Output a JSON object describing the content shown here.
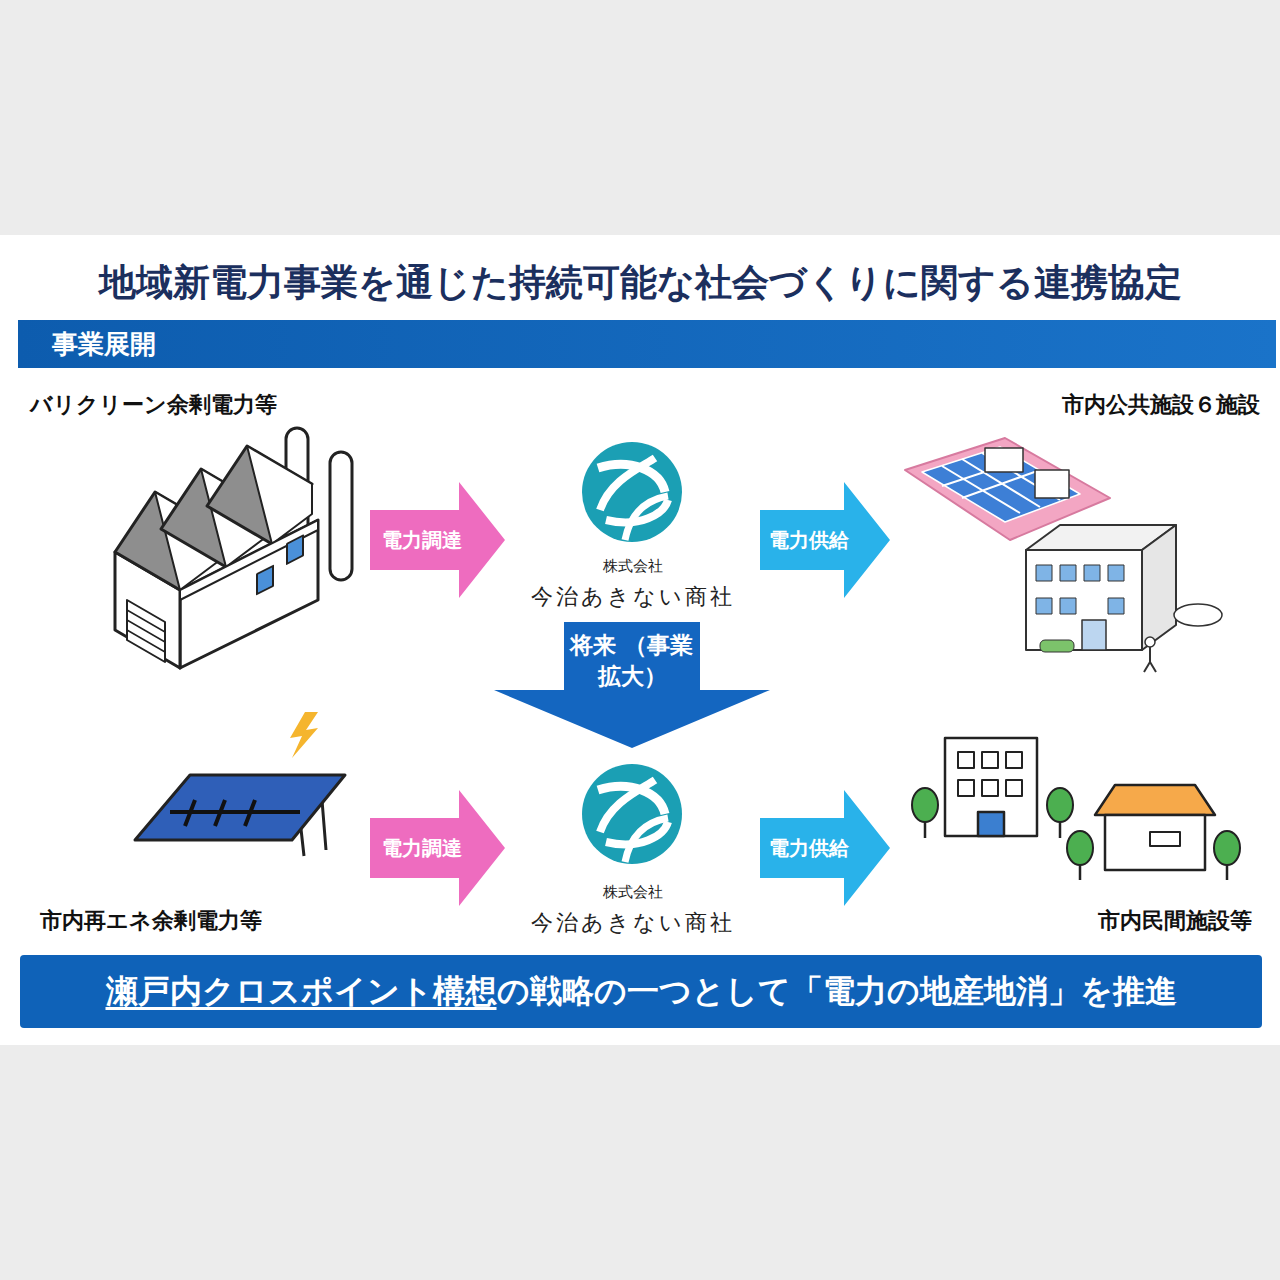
{
  "diagram": {
    "title": "地域新電力事業を通じた持続可能な社会づくりに関する連携協定",
    "nodes": [
      {
        "text": [
          "事業展開"
        ]
      },
      {
        "text": [
          "バリクリーン余剰電力等"
        ]
      },
      {
        "text": [
          "株式会社",
          "今治あきない商社"
        ]
      },
      {
        "text": [
          "市内公共施設６施設"
        ]
      },
      {
        "text": [
          "市内再エネ余剰電力等"
        ]
      },
      {
        "text": [
          "株式会社",
          "今治あきない商社"
        ]
      },
      {
        "text": [
          "市内民間施設等"
        ]
      },
      {
        "text": [
          "瀬戸内クロスポイント構想",
          "の戦略の一つとして「電力の地産地消」を推進"
        ]
      }
    ],
    "edges": [
      {
        "from": 1,
        "to": 2,
        "label": "電力調達",
        "arrow": "to"
      },
      {
        "from": 2,
        "to": 3,
        "label": "電力供給",
        "arrow": "to"
      },
      {
        "from": 2,
        "to": 5,
        "label": "将来 （事業拡大）",
        "arrow": "to"
      },
      {
        "from": 4,
        "to": 5,
        "label": "電力調達",
        "arrow": "to"
      },
      {
        "from": 5,
        "to": 6,
        "label": "電力供給",
        "arrow": "to"
      }
    ]
  }
}
